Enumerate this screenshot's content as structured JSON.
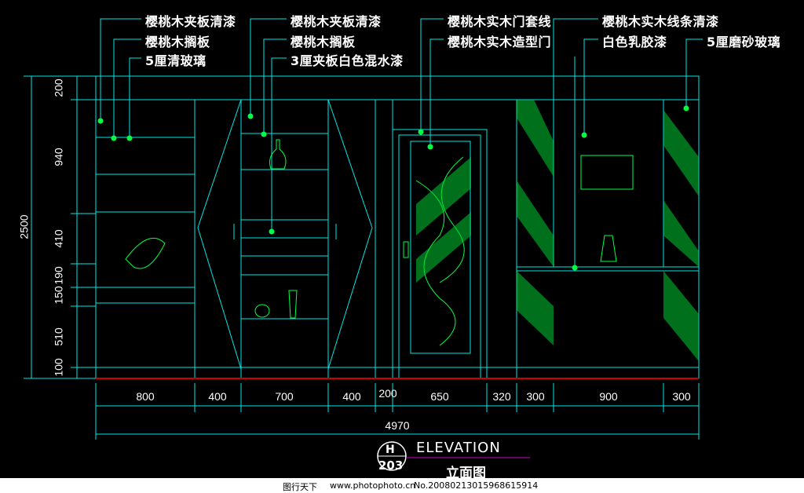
{
  "labels": {
    "l1": "樱桃木夹板清漆",
    "l2": "樱桃木搁板",
    "l3": "5厘清玻璃",
    "l4": "樱桃木夹板清漆",
    "l5": "樱桃木搁板",
    "l6": "3厘夹板白色混水漆",
    "l7": "樱桃木实木门套线",
    "l8": "樱桃木实木造型门",
    "l9": "樱桃木实木线条清漆",
    "l10": "白色乳胶漆",
    "l11": "5厘磨砂玻璃"
  },
  "vertical_dims": [
    "200",
    "940",
    "410",
    "190",
    "150",
    "510",
    "100"
  ],
  "total_height": "2500",
  "horizontal_dims": [
    "800",
    "400",
    "700",
    "400",
    "200",
    "650",
    "320",
    "300",
    "900",
    "300"
  ],
  "total_width": "4970",
  "title": {
    "code_top": "H",
    "code_bottom": "203",
    "english": "ELEVATION",
    "chinese": "立面图"
  },
  "footer": {
    "site": "图行天下",
    "url": "www.photophoto.cn",
    "number": "No.20080213015968615914"
  },
  "colors": {
    "lines": "#00e6e6",
    "green": "#00ff44",
    "floor": "#cc0000",
    "text": "#ffffff"
  }
}
